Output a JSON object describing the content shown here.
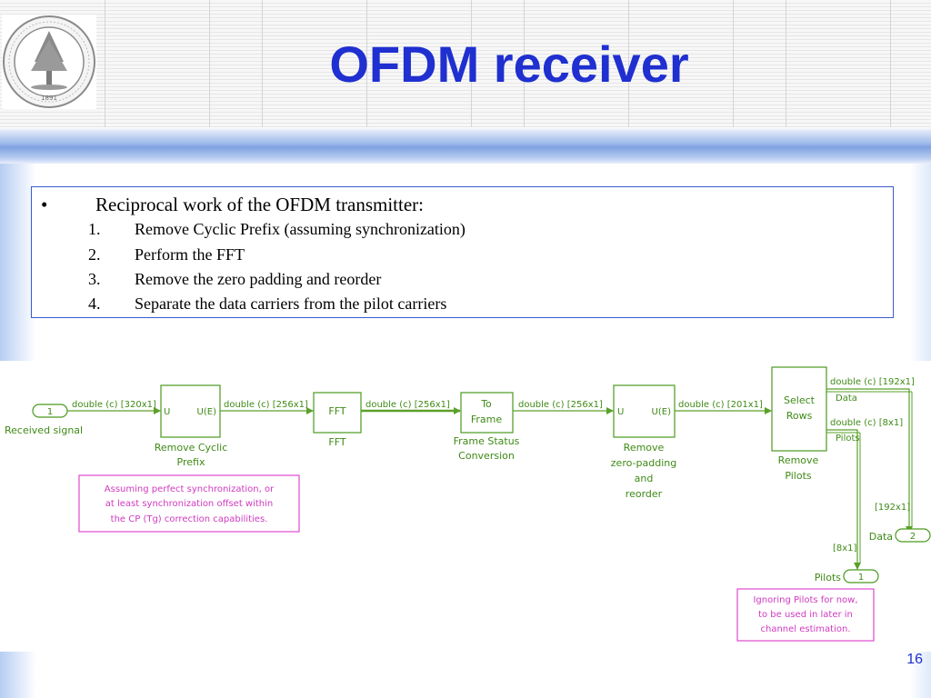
{
  "slide": {
    "title": "OFDM receiver",
    "page_number": "16"
  },
  "bullets": {
    "main": "Reciprocal work of the OFDM transmitter:",
    "bullet_char": "•",
    "items": [
      {
        "num": "1.",
        "text": "Remove Cyclic Prefix (assuming synchronization)"
      },
      {
        "num": "2.",
        "text": "Perform the FFT"
      },
      {
        "num": "3.",
        "text": "Remove the zero padding and reorder"
      },
      {
        "num": "4.",
        "text": "Separate the data carriers from the pilot carriers"
      }
    ]
  },
  "diagram": {
    "inport": {
      "num": "1",
      "label": "Received signal"
    },
    "signals": {
      "s1": "double (c) [320x1]",
      "s2": "double (c) [256x1]",
      "s3": "double (c) [256x1]",
      "s4": "double (c) [256x1]",
      "s5": "double (c) [201x1]",
      "s6": "double (c) [192x1]",
      "s7": "double (c) [8x1]",
      "s8": "[192x1]",
      "s9": "[8x1]"
    },
    "blocks": {
      "cp": {
        "in": "U",
        "out": "U(E)",
        "label1": "Remove Cyclic",
        "label2": "Prefix"
      },
      "fft": {
        "inner": "FFT",
        "label": "FFT"
      },
      "toframe": {
        "line1": "To",
        "line2": "Frame",
        "label1": "Frame Status",
        "label2": "Conversion"
      },
      "zp": {
        "in": "U",
        "out": "U(E)",
        "label1": "Remove",
        "label2": "zero-padding",
        "label3": "and",
        "label4": "reorder"
      },
      "sel": {
        "line1": "Select",
        "line2": "Rows",
        "port1": "Data",
        "port2": "Pilots",
        "label1": "Remove",
        "label2": "Pilots"
      }
    },
    "outports": {
      "data": {
        "num": "2",
        "label": "Data"
      },
      "pilots": {
        "num": "1",
        "label": "Pilots"
      }
    },
    "notes": {
      "sync": [
        "Assuming perfect synchronization, or",
        "at least synchronization offset within",
        "the CP (Tg) correction capabilities."
      ],
      "pilots": [
        "Ignoring Pilots for now,",
        "to be used in later in",
        "channel estimation."
      ]
    },
    "colors": {
      "wire": "#5aa028",
      "block": "#4a9a1f",
      "block_text": "#3f8a16",
      "note": "#e04ad0",
      "note_text": "#d03ac0"
    }
  },
  "logo": {
    "type": "university seal",
    "text": "LELAND STANFORD JUNIOR UNIVERSITY",
    "year": "1891"
  }
}
